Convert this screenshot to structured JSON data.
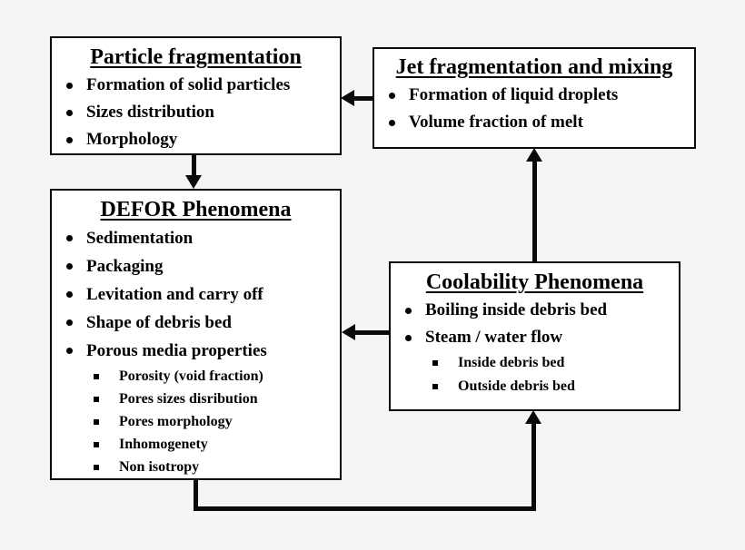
{
  "diagram": {
    "colors": {
      "background": "#f5f5f5",
      "box_fill": "#ffffff",
      "line": "#000000",
      "text": "#000000"
    },
    "boxes": {
      "particle_fragmentation": {
        "title": "Particle fragmentation",
        "bullets": [
          "Formation of solid particles",
          "Sizes distribution",
          "Morphology"
        ]
      },
      "jet_fragmentation": {
        "title": "Jet fragmentation and mixing",
        "bullets": [
          "Formation of liquid droplets",
          "Volume fraction of melt"
        ]
      },
      "defor_phenomena": {
        "title": "DEFOR Phenomena",
        "bullets": [
          "Sedimentation",
          "Packaging",
          "Levitation and carry off",
          "Shape of debris bed",
          "Porous media properties"
        ],
        "sub_bullets": [
          "Porosity (void fraction)",
          "Pores sizes disribution",
          "Pores morphology",
          "Inhomogenety",
          "Non isotropy"
        ]
      },
      "coolability_phenomena": {
        "title": "Coolability Phenomena",
        "bullets": [
          "Boiling inside debris bed",
          "Steam / water flow"
        ],
        "sub_bullets": [
          "Inside debris bed",
          "Outside debris bed"
        ]
      }
    },
    "arrows": [
      {
        "name": "jet-to-particle",
        "from": "jet_fragmentation",
        "to": "particle_fragmentation",
        "direction": "left"
      },
      {
        "name": "particle-to-defor",
        "from": "particle_fragmentation",
        "to": "defor_phenomena",
        "direction": "down"
      },
      {
        "name": "coolability-to-defor",
        "from": "coolability_phenomena",
        "to": "defor_phenomena",
        "direction": "left"
      },
      {
        "name": "coolability-to-jet",
        "from": "coolability_phenomena",
        "to": "jet_fragmentation",
        "direction": "up"
      },
      {
        "name": "defor-to-coolability",
        "from": "defor_phenomena",
        "to": "coolability_phenomena",
        "direction": "elbow-up"
      }
    ]
  }
}
